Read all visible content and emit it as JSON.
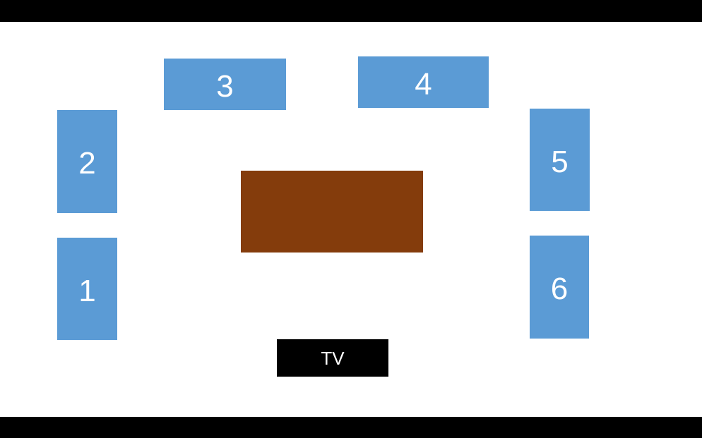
{
  "colors": {
    "background": "#ffffff",
    "letterbox": "#000000",
    "seat_fill": "#5b9bd5",
    "seat_text": "#ffffff",
    "table_fill": "#843c0c",
    "tv_fill": "#000000",
    "tv_text": "#ffffff"
  },
  "seats": [
    {
      "label": "1"
    },
    {
      "label": "2"
    },
    {
      "label": "3"
    },
    {
      "label": "4"
    },
    {
      "label": "5"
    },
    {
      "label": "6"
    }
  ],
  "tv": {
    "label": "TV"
  }
}
